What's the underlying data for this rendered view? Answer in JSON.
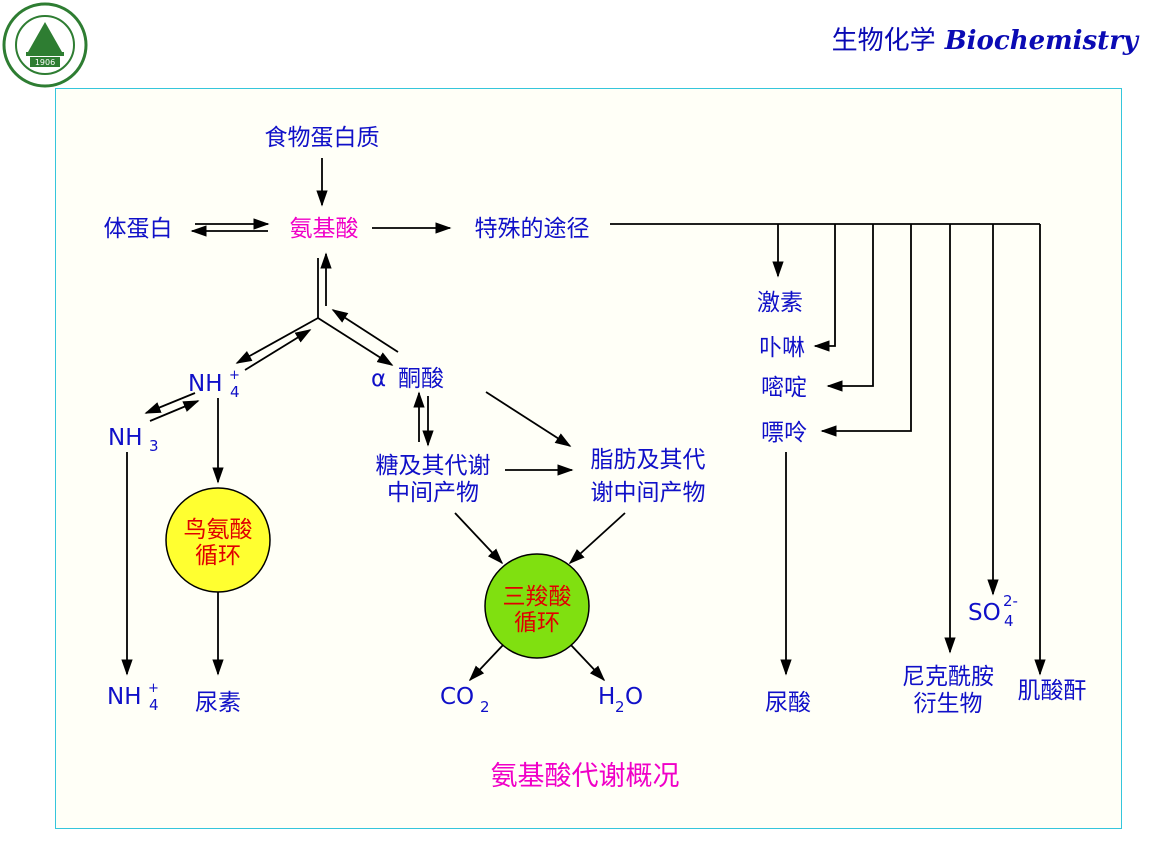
{
  "header": {
    "title_cn": "生物化学",
    "title_en": "Biochemistry"
  },
  "logo": {
    "year": "1906"
  },
  "diagram": {
    "caption": "氨基酸代谢概况",
    "nodes": {
      "food_protein": "食物蛋白质",
      "body_protein": "体蛋白",
      "amino_acid": "氨基酸",
      "special_pathway": "特殊的途径",
      "hormone": "激素",
      "porphyrin": "卟啉",
      "pyrimidine": "嘧啶",
      "purine": "嘌呤",
      "nh4": "NH",
      "nh4_sup": "+",
      "nh4_sub": "4",
      "nh3": "NH",
      "nh3_sub": "3",
      "keto_acid_alpha": "α",
      "keto_acid": "酮酸",
      "sugar_line1": "糖及其代谢",
      "sugar_line2": "中间产物",
      "fat_line1": "脂肪及其代",
      "fat_line2": "谢中间产物",
      "urea_cycle_line1": "鸟氨酸",
      "urea_cycle_line2": "循环",
      "tca_cycle_line1": "三羧酸",
      "tca_cycle_line2": "循环",
      "nh4_out": "NH",
      "nh4_out_sup": "+",
      "nh4_out_sub": "4",
      "urea": "尿素",
      "co2": "CO",
      "co2_sub": "2",
      "h2o_h": "H",
      "h2o_sub": "2",
      "h2o_o": "O",
      "uric_acid": "尿酸",
      "nicotinamide_line1": "尼克酰胺",
      "nicotinamide_line2": "衍生物",
      "so4": "SO",
      "so4_sup": "2-",
      "so4_sub": "4",
      "creatine": "肌酸酐"
    },
    "colors": {
      "label": "#1010c8",
      "amino_acid": "#f000c8",
      "cycle_text": "#e00000",
      "urea_cycle_fill": "#ffff30",
      "tca_cycle_fill": "#80e010",
      "frame_border": "#35c6dc",
      "arrow": "#000000"
    }
  }
}
